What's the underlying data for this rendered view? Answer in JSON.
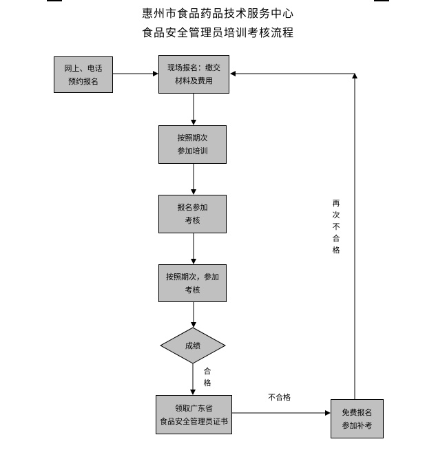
{
  "title": {
    "line1": "惠州市食品药品技术服务中心",
    "line2": "食品安全管理员培训考核流程"
  },
  "nodes": {
    "online_register": [
      "网上、电话",
      "预约报名"
    ],
    "onsite_register": [
      "现场报名：缴交",
      "材料及费用"
    ],
    "attend_training": [
      "按照期次",
      "参加培训"
    ],
    "register_exam": [
      "报名参加",
      "考核"
    ],
    "take_exam": [
      "按照期次，参加",
      "考核"
    ],
    "result": "成绩",
    "get_certificate": [
      "领取广东省",
      "食品安全管理员证书"
    ],
    "free_retake": [
      "免费报名",
      "参加补考"
    ]
  },
  "edge_labels": {
    "pass": "合格",
    "fail": "不合格",
    "fail_again": "再次不合格"
  },
  "colors": {
    "box_fill": "#c0c0c0",
    "line": "#000000"
  }
}
